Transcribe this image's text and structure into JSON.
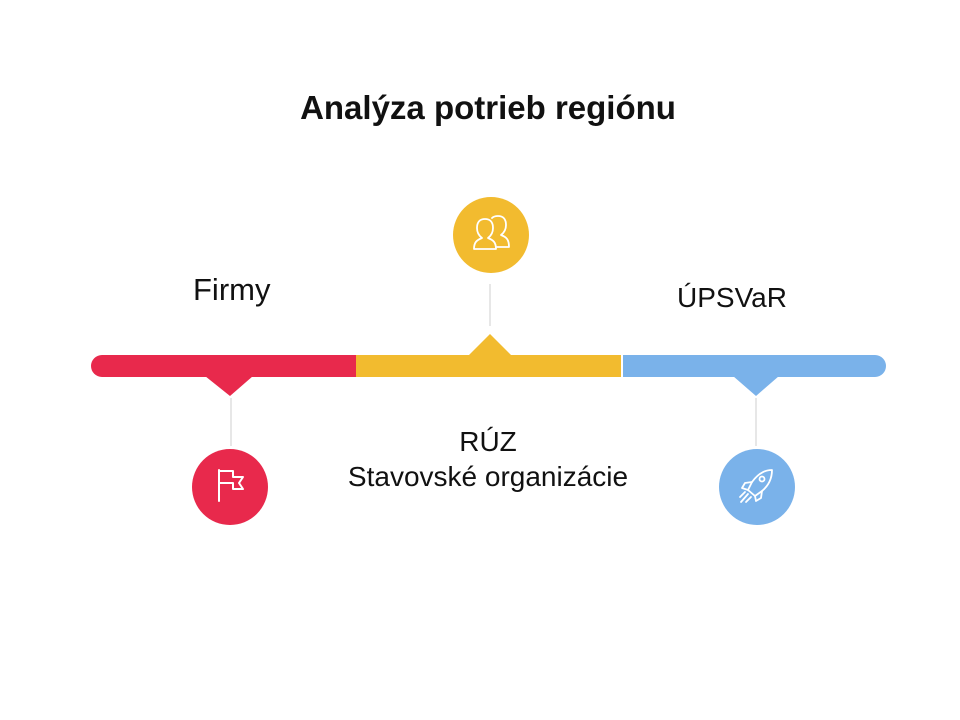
{
  "title": "Analýza potrieb regiónu",
  "labels": {
    "left": "Firmy",
    "right": "ÚPSVaR",
    "center_line1": "RÚZ",
    "center_line2": "Stavovské organizácie"
  },
  "colors": {
    "red": "#E8294C",
    "yellow": "#F2BB2F",
    "blue": "#7AB2EA",
    "connector": "#CFCFCF"
  },
  "icons": {
    "left": "flag-icon",
    "center": "users-icon",
    "right": "rocket-icon"
  }
}
